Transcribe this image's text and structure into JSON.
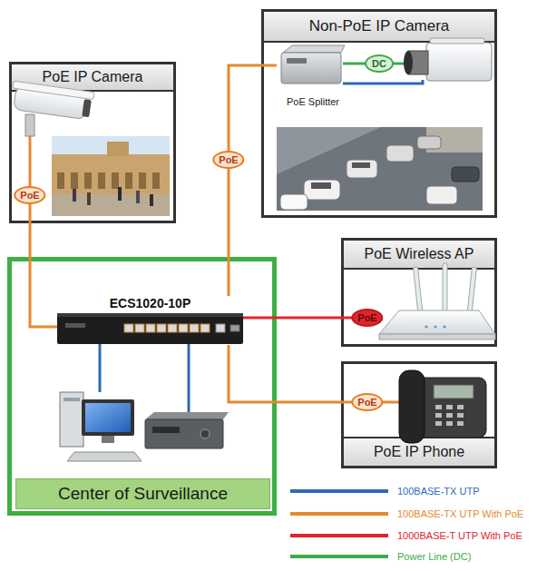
{
  "diagram": {
    "nodes": [
      {
        "text": [
          "Non-PoE IP Camera"
        ]
      },
      {
        "text": [
          "PoE Splitter"
        ],
        "in": 0
      },
      {
        "text": [
          "PoE IP Camera"
        ]
      },
      {
        "text": [
          "Center of Surveillance"
        ]
      },
      {
        "text": [
          "ECS1020-10P"
        ],
        "in": 3
      },
      {
        "text": [
          "PoE Wireless AP"
        ]
      },
      {
        "text": [
          "PoE IP Phone"
        ]
      }
    ],
    "edges": [
      {
        "from": 4,
        "to": 2,
        "arrow": "none",
        "label": "PoE"
      },
      {
        "from": 4,
        "to": 1,
        "arrow": "none",
        "label": "PoE"
      },
      {
        "from": 4,
        "to": 5,
        "arrow": "none",
        "label": "PoE"
      },
      {
        "from": 4,
        "to": 6,
        "arrow": "none",
        "label": "PoE"
      }
    ],
    "labels": [
      "DC"
    ],
    "legend": [
      {
        "text": "100BASE-TX UTP"
      },
      {
        "text": "100BASE-TX UTP With PoE"
      },
      {
        "text": "1000BASE-T UTP With PoE"
      },
      {
        "text": "Power Line (DC)"
      }
    ]
  }
}
